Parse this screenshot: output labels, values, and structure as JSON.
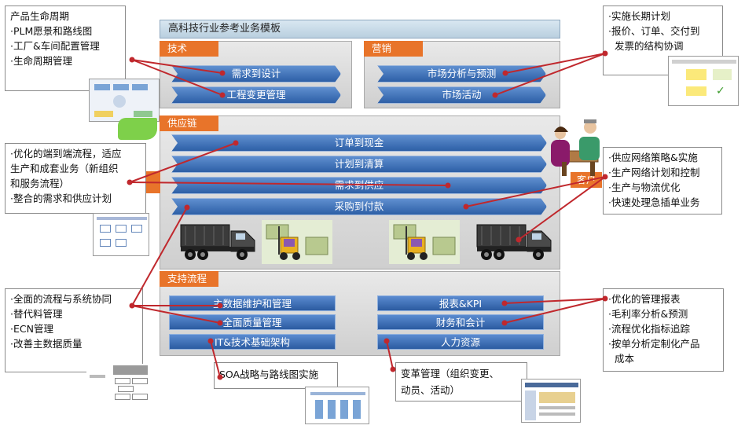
{
  "title": "高科技行业参考业务模板",
  "sections": {
    "tech": {
      "label": "技术",
      "items": [
        "需求到设计",
        "工程变更管理"
      ]
    },
    "marketing": {
      "label": "营销",
      "items": [
        "市场分析与预测",
        "市场活动"
      ]
    },
    "supply": {
      "label": "供应链",
      "items": [
        "订单到现金",
        "计划到清算",
        "需求到供应",
        "采购到付款"
      ],
      "customer": "客户"
    },
    "support": {
      "label": "支持流程",
      "left": [
        "主数据维护和管理",
        "全面质量管理",
        "IT&技术基础架构"
      ],
      "right": [
        "报表&KPI",
        "财务和会计",
        "人力资源"
      ]
    }
  },
  "callouts": {
    "plm": [
      "产品生命周期",
      "·PLM愿景和路线图",
      "·工厂&车间配置管理",
      "·生命周期管理"
    ],
    "plan": [
      "·实施长期计划",
      "·报价、订单、交付到",
      "  发票的结构协调"
    ],
    "flow": [
      "·优化的端到端流程，适应",
      "生产和成套业务（新组织",
      "和服务流程）",
      "·整合的需求和供应计划"
    ],
    "network": [
      "·供应网络策略&实施",
      "·生产网络计划和控制",
      "·生产与物流优化",
      "·快速处理急插单业务"
    ],
    "collab": [
      "·全面的流程与系统协同",
      "·替代料管理",
      "·ECN管理",
      "·改善主数据质量"
    ],
    "mgmt": [
      "·优化的管理报表",
      "·毛利率分析&预测",
      "·流程优化指标追踪",
      "·按单分析定制化产品",
      "  成本"
    ],
    "soa": [
      "SOA战略与路线图实施"
    ],
    "change": [
      "变革管理（组织变更、",
      "动员、活动）"
    ]
  },
  "colors": {
    "orange": "#e8742a",
    "blue": "#2d5fa6",
    "connector": "#c0282d"
  }
}
